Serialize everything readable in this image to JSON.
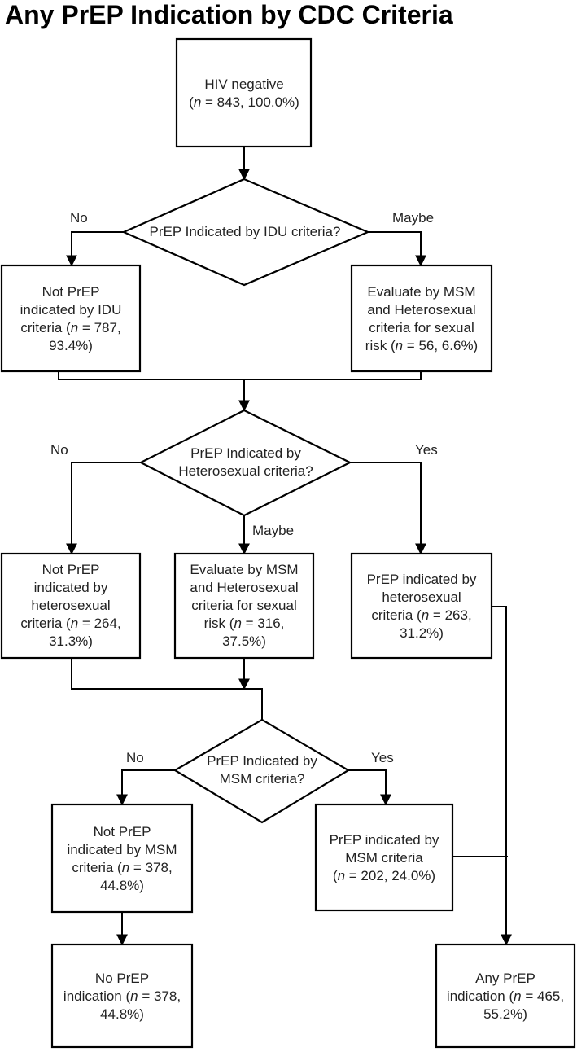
{
  "title": "Any PrEP Indication by CDC  Criteria",
  "nodes": {
    "hiv_neg": {
      "lines": [
        [
          "HIV negative"
        ],
        [
          {
            "t": "(",
            "i": false
          },
          {
            "t": "n",
            "i": true
          },
          {
            "t": " = 843, 100.0%)",
            "i": false
          }
        ]
      ]
    },
    "d_idu": {
      "lines": [
        [
          "PrEP Indicated by IDU criteria?"
        ]
      ]
    },
    "not_idu": {
      "lines": [
        [
          "Not PrEP"
        ],
        [
          "indicated by IDU"
        ],
        [
          {
            "t": "criteria (",
            "i": false
          },
          {
            "t": "n",
            "i": true
          },
          {
            "t": " =  787,",
            "i": false
          }
        ],
        [
          "93.4%)"
        ]
      ]
    },
    "eval1": {
      "lines": [
        [
          "Evaluate by MSM"
        ],
        [
          "and Heterosexual"
        ],
        [
          "criteria for sexual"
        ],
        [
          {
            "t": "risk (",
            "i": false
          },
          {
            "t": "n",
            "i": true
          },
          {
            "t": " = 56, 6.6%)",
            "i": false
          }
        ]
      ]
    },
    "d_het": {
      "lines": [
        [
          "PrEP Indicated by"
        ],
        [
          "Heterosexual  criteria?"
        ]
      ]
    },
    "not_het": {
      "lines": [
        [
          "Not PrEP"
        ],
        [
          "indicated by"
        ],
        [
          "heterosexual"
        ],
        [
          {
            "t": "criteria (",
            "i": false
          },
          {
            "t": "n",
            "i": true
          },
          {
            "t": " = 264,",
            "i": false
          }
        ],
        [
          "31.3%)"
        ]
      ]
    },
    "eval2": {
      "lines": [
        [
          "Evaluate by MSM"
        ],
        [
          "and Heterosexual"
        ],
        [
          "criteria for sexual"
        ],
        [
          {
            "t": "risk (",
            "i": false
          },
          {
            "t": "n",
            "i": true
          },
          {
            "t": " = 316,",
            "i": false
          }
        ],
        [
          "37.5%)"
        ]
      ]
    },
    "het_yes": {
      "lines": [
        [
          "PrEP indicated by"
        ],
        [
          "heterosexual"
        ],
        [
          {
            "t": "criteria (",
            "i": false
          },
          {
            "t": "n",
            "i": true
          },
          {
            "t": " = 263,",
            "i": false
          }
        ],
        [
          "31.2%)"
        ]
      ]
    },
    "d_msm": {
      "lines": [
        [
          "PrEP Indicated by"
        ],
        [
          "MSM  criteria?"
        ]
      ]
    },
    "not_msm": {
      "lines": [
        [
          "Not PrEP"
        ],
        [
          "indicated by MSM"
        ],
        [
          {
            "t": "criteria (",
            "i": false
          },
          {
            "t": "n",
            "i": true
          },
          {
            "t": "  =  378,",
            "i": false
          }
        ],
        [
          "44.8%)"
        ]
      ]
    },
    "msm_yes": {
      "lines": [
        [
          "PrEP indicated by"
        ],
        [
          "MSM criteria"
        ],
        [
          {
            "t": "(",
            "i": false
          },
          {
            "t": "n",
            "i": true
          },
          {
            "t": " = 202, 24.0%)",
            "i": false
          }
        ]
      ]
    },
    "no_prep": {
      "lines": [
        [
          "No PrEP"
        ],
        [
          {
            "t": "indication (",
            "i": false
          },
          {
            "t": "n",
            "i": true
          },
          {
            "t": " = 378,",
            "i": false
          }
        ],
        [
          "44.8%)"
        ]
      ]
    },
    "any_prep": {
      "lines": [
        [
          "Any PrEP"
        ],
        [
          {
            "t": "indication (",
            "i": false
          },
          {
            "t": "n",
            "i": true
          },
          {
            "t": " = 465,",
            "i": false
          }
        ],
        [
          "55.2%)"
        ]
      ]
    }
  },
  "edge_labels": {
    "idu_no": "No",
    "idu_maybe": "Maybe",
    "het_no": "No",
    "het_maybe": "Maybe",
    "het_yes": "Yes",
    "msm_no": "No",
    "msm_yes": "Yes"
  }
}
